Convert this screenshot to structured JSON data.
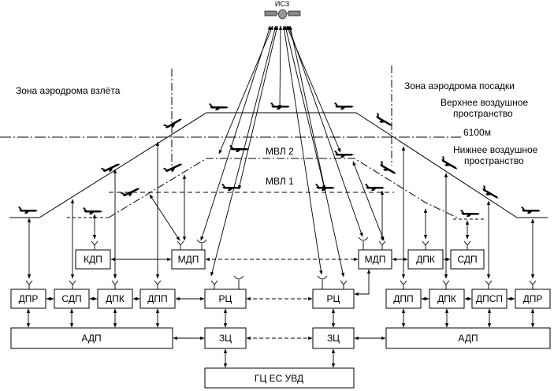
{
  "satellite": {
    "label": "ИСЗ"
  },
  "zones": {
    "takeoff": "Зона аэродрома взлёта",
    "landing": "Зона аэродрома посадки",
    "upper_airspace": [
      "Верхнее воздушное",
      "пространство"
    ],
    "altitude": "6100м",
    "lower_airspace": [
      "Нижнее воздушное",
      "пространство"
    ]
  },
  "routes": {
    "mvl2": "МВЛ 2",
    "mvl1": "МВЛ 1"
  },
  "boxes": {
    "kdp": "КДП",
    "mdp_left": "МДП",
    "mdp_right": "МДП",
    "dpk_top": "ДПК",
    "sdp_top": "СДП",
    "dpr_left": "ДПР",
    "sdp_left": "СДП",
    "dpk_left": "ДПК",
    "dpp_left": "ДПП",
    "rc_left": "РЦ",
    "rc_right": "РЦ",
    "dpp_right": "ДПП",
    "dpk_right": "ДПК",
    "dpsp_right": "ДПСП",
    "dpr_right": "ДПР",
    "adp_left": "АДП",
    "zc_left": "ЗЦ",
    "zc_right": "ЗЦ",
    "adp_right": "АДП",
    "gc": "ГЦ ЕС УВД"
  }
}
